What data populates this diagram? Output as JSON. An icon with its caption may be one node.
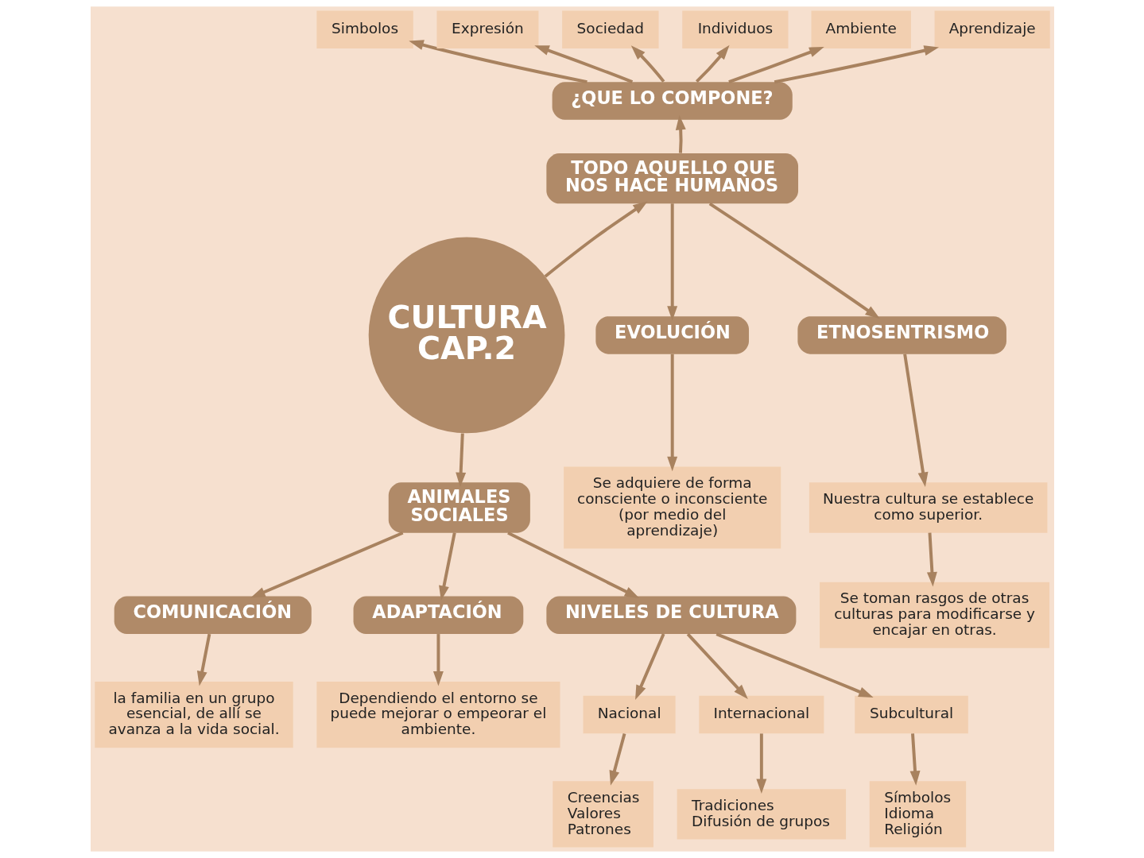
{
  "diagram": {
    "nodes": [
      {
        "text": [
          "CULTURA CAP.2"
        ]
      },
      {
        "text": [
          "TODO AQUELLO QUE NOS HACE HUMANOS"
        ]
      },
      {
        "text": [
          "¿QUE LO COMPONE?"
        ]
      },
      {
        "text": [
          "Simbolos"
        ]
      },
      {
        "text": [
          "Expresión"
        ]
      },
      {
        "text": [
          "Sociedad"
        ]
      },
      {
        "text": [
          "Individuos"
        ]
      },
      {
        "text": [
          "Ambiente"
        ]
      },
      {
        "text": [
          "Aprendizaje"
        ]
      },
      {
        "text": [
          "EVOLUCIÓN"
        ]
      },
      {
        "text": [
          "Se adquiere de forma consciente o inconsciente (por medio del aprendizaje)"
        ]
      },
      {
        "text": [
          "ETNOSENTRISMO"
        ]
      },
      {
        "text": [
          "Nuestra cultura se establece como superior."
        ]
      },
      {
        "text": [
          "Se toman rasgos de otras culturas para modificarse y encajar en otras."
        ]
      },
      {
        "text": [
          "Dependiendo el entorno se puede mejorar o empeorar el ambiente."
        ]
      },
      {
        "text": [
          "ANIMALES SOCIALES"
        ]
      },
      {
        "text": [
          "COMUNICACIÓN"
        ]
      },
      {
        "text": [
          "la familia en un grupo esencial, de allí se avanza a la vida social."
        ]
      },
      {
        "text": [
          "ADAPTACIÓN"
        ]
      },
      {
        "text": [
          "NIVELES DE CULTURA"
        ]
      },
      {
        "text": [
          "Nacional"
        ]
      },
      {
        "text": [
          "Creencias",
          "Valores",
          "Patrones"
        ]
      },
      {
        "text": [
          "Internacional"
        ]
      },
      {
        "text": [
          "Tradiciones",
          "Difusión de grupos"
        ]
      },
      {
        "text": [
          "Subcultural"
        ]
      },
      {
        "text": [
          "Símbolos",
          "Idioma",
          "Religión"
        ]
      }
    ],
    "edges": [
      {
        "from": 0,
        "to": 1,
        "arrow": "to"
      },
      {
        "from": 1,
        "to": 2,
        "arrow": "to"
      },
      {
        "from": 2,
        "to": 3,
        "arrow": "to"
      },
      {
        "from": 2,
        "to": 4,
        "arrow": "to"
      },
      {
        "from": 2,
        "to": 5,
        "arrow": "to"
      },
      {
        "from": 2,
        "to": 6,
        "arrow": "to"
      },
      {
        "from": 2,
        "to": 7,
        "arrow": "to"
      },
      {
        "from": 2,
        "to": 8,
        "arrow": "to"
      },
      {
        "from": 1,
        "to": 9,
        "arrow": "to"
      },
      {
        "from": 1,
        "to": 11,
        "arrow": "to"
      },
      {
        "from": 9,
        "to": 10,
        "arrow": "to"
      },
      {
        "from": 11,
        "to": 12,
        "arrow": "to"
      },
      {
        "from": 12,
        "to": 13,
        "arrow": "to"
      },
      {
        "from": 0,
        "to": 15,
        "arrow": "to"
      },
      {
        "from": 15,
        "to": 16,
        "arrow": "to"
      },
      {
        "from": 15,
        "to": 18,
        "arrow": "to"
      },
      {
        "from": 16,
        "to": 17,
        "arrow": "to"
      },
      {
        "from": 18,
        "to": 14,
        "arrow": "to"
      },
      {
        "from": 15,
        "to": 19,
        "arrow": "to"
      },
      {
        "from": 19,
        "to": 20,
        "arrow": "to"
      },
      {
        "from": 19,
        "to": 22,
        "arrow": "to"
      },
      {
        "from": 19,
        "to": 24,
        "arrow": "to"
      },
      {
        "from": 20,
        "to": 21,
        "arrow": "to"
      },
      {
        "from": 22,
        "to": 23,
        "arrow": "to"
      },
      {
        "from": 24,
        "to": 25,
        "arrow": "to"
      }
    ]
  }
}
